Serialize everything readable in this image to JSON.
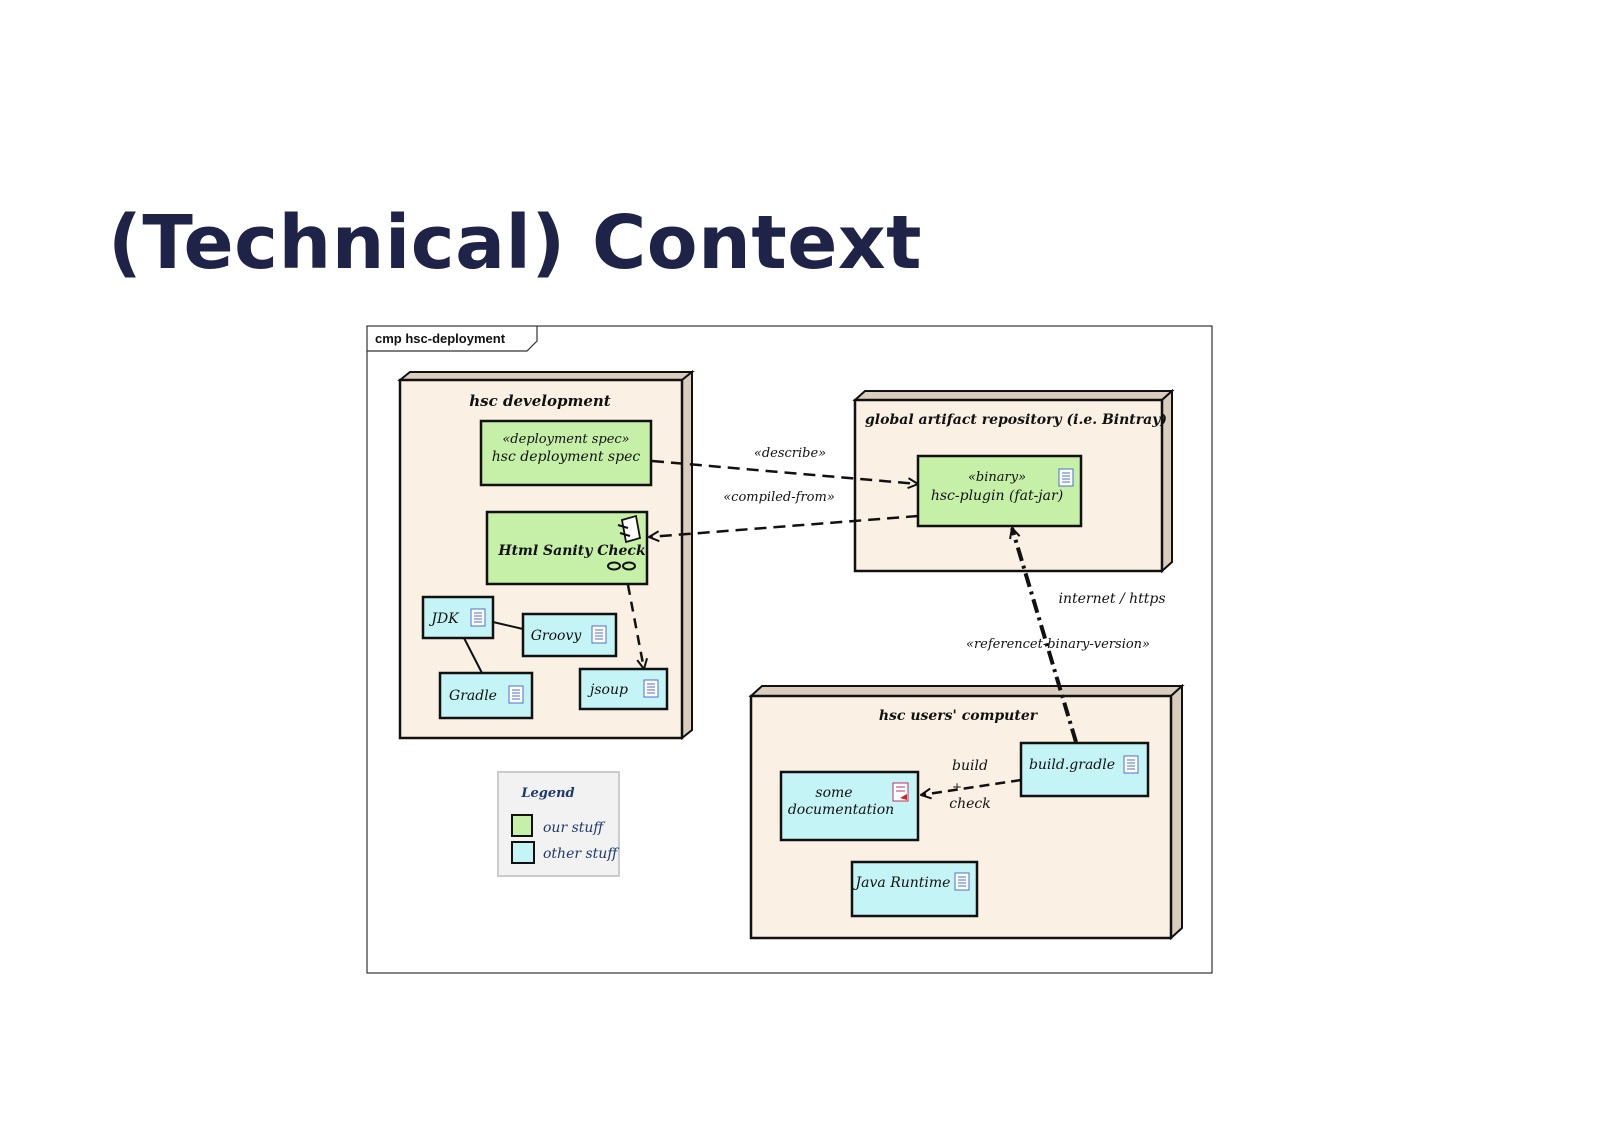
{
  "slide": {
    "title": "(Technical) Context"
  },
  "diagram": {
    "frame_label": "cmp hsc-deployment",
    "colors": {
      "node_fill": "#faf0e4",
      "our_stuff": "#c6f0a8",
      "other_stuff": "#c4f4f6",
      "stroke": "#111111",
      "legend_fill": "#f2f2f2"
    },
    "nodes": {
      "dev": {
        "title": "hsc development"
      },
      "repo": {
        "title": "global artifact repository (i.e. Bintray)"
      },
      "users": {
        "title": "hsc users' computer"
      }
    },
    "artifacts": {
      "spec": {
        "stereotype": "«deployment spec»",
        "name": "hsc deployment spec"
      },
      "hsc": {
        "name": "Html Sanity Check"
      },
      "jdk": {
        "name": "JDK"
      },
      "groovy": {
        "name": "Groovy"
      },
      "gradle": {
        "name": "Gradle"
      },
      "jsoup": {
        "name": "jsoup"
      },
      "plugin": {
        "stereotype": "«binary»",
        "name": "hsc-plugin (fat-jar)"
      },
      "buildgradle": {
        "name": "build.gradle"
      },
      "docs": {
        "line1": "some",
        "line2": "documentation"
      },
      "jre": {
        "name": "Java Runtime"
      }
    },
    "connectors": {
      "describe": "«describe»",
      "compiled": "«compiled-from»",
      "internet": "internet / https",
      "referenced": "«referencet-binary-version»",
      "build1": "build",
      "build2": "+",
      "build3": "check"
    },
    "legend": {
      "title": "Legend",
      "our": "our stuff",
      "other": "other stuff"
    }
  }
}
